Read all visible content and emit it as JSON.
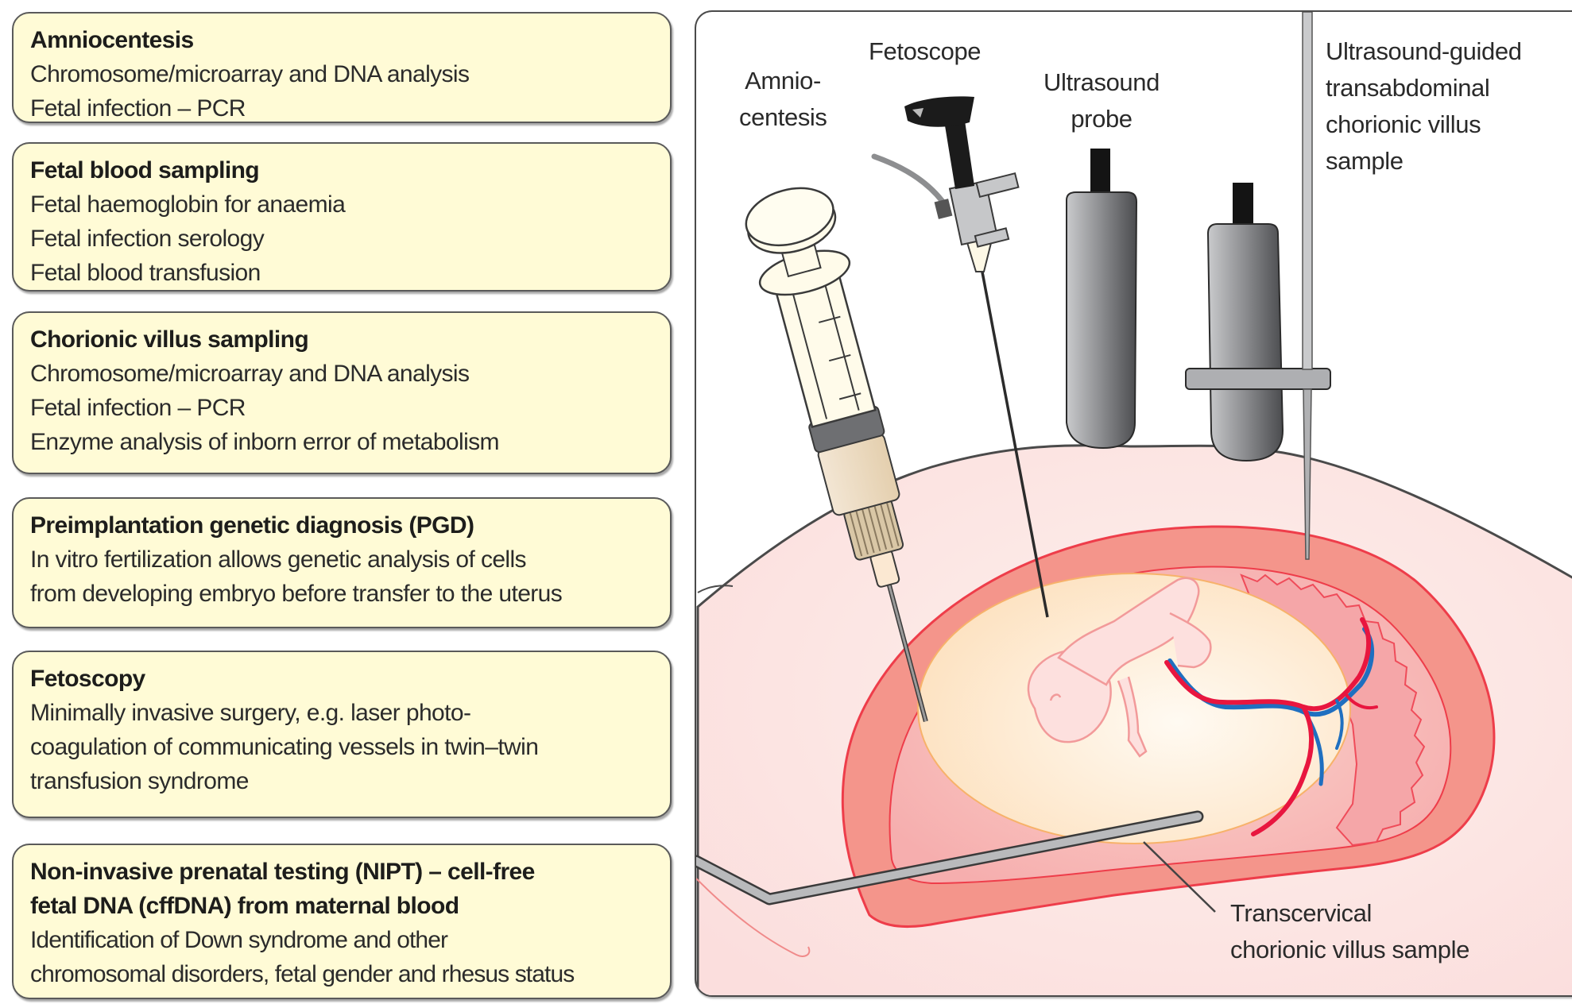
{
  "info_boxes": [
    {
      "title": "Amniocentesis",
      "lines": [
        "Chromosome/microarray and DNA analysis",
        "Fetal infection – PCR"
      ]
    },
    {
      "title": "Fetal blood sampling",
      "lines": [
        "Fetal haemoglobin for anaemia",
        "Fetal infection serology",
        "Fetal blood transfusion"
      ]
    },
    {
      "title": "Chorionic villus sampling",
      "lines": [
        "Chromosome/microarray and DNA analysis",
        "Fetal infection – PCR",
        "Enzyme analysis of inborn error of metabolism"
      ]
    },
    {
      "title": "Preimplantation genetic diagnosis (PGD)",
      "lines": [
        "In vitro fertilization allows genetic analysis of cells",
        "from developing embryo before transfer to the uterus"
      ]
    },
    {
      "title": "Fetoscopy",
      "lines": [
        "Minimally invasive surgery, e.g. laser photo-",
        "coagulation of communicating vessels in twin–twin",
        "transfusion syndrome"
      ]
    },
    {
      "title_lines": [
        "Non-invasive prenatal testing (NIPT) – cell-free",
        "fetal DNA (cffDNA) from maternal blood"
      ],
      "lines": [
        "Identification of Down syndrome and other",
        "chromosomal disorders, fetal gender and rhesus status"
      ]
    }
  ],
  "illustration": {
    "labels": {
      "amniocentesis": [
        "Amnio-",
        "centesis"
      ],
      "fetoscope": "Fetoscope",
      "ultrasound_probe": [
        "Ultrasound",
        "probe"
      ],
      "transabdominal_cvs": [
        "Ultrasound-guided",
        "transabdominal",
        "chorionic villus",
        "sample"
      ],
      "transcervical_cvs": [
        "Transcervical",
        "chorionic villus sample"
      ]
    },
    "colors": {
      "box_fill": "#fffbd6",
      "abdomen": "#fde4e2",
      "uterus_wall": "#f4938a",
      "uterus_outline": "#ee3d4a",
      "amniotic_fluid": "#fde9cf",
      "placenta": "#f5a3a6",
      "fetus": "#fce0de",
      "artery": "#e8163f",
      "vein": "#1f6fc0",
      "probe_gray": "#6e6f72",
      "instrument_dark": "#1b1b1b",
      "syringe_body": "#fffbea"
    }
  }
}
